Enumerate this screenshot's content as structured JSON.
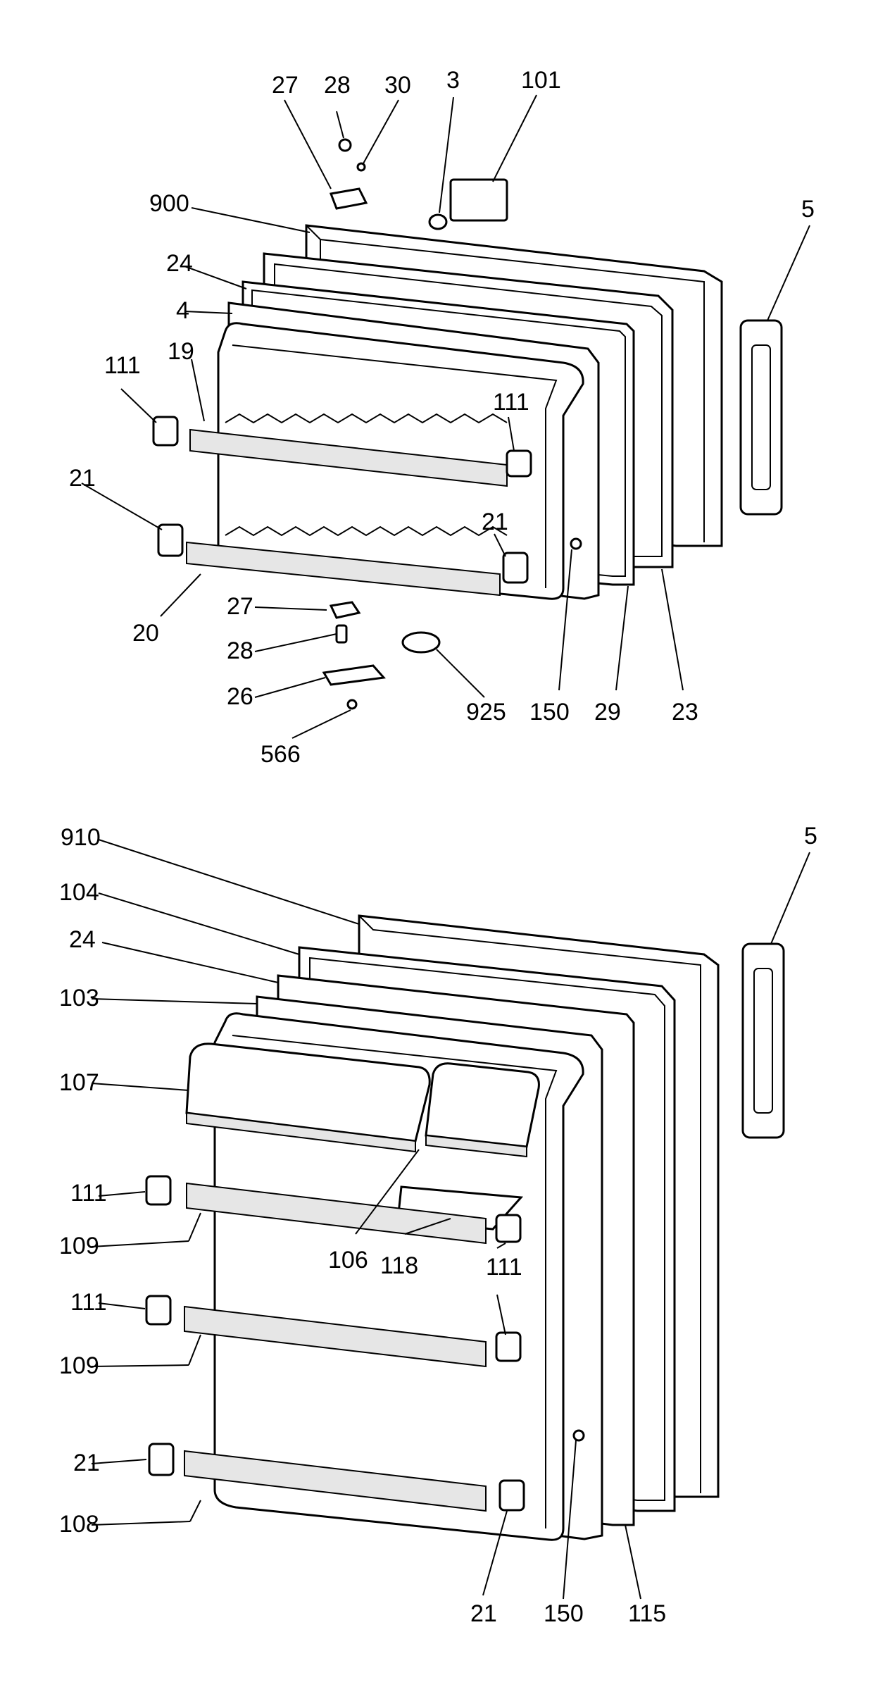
{
  "colors": {
    "ink": "#000000",
    "paper": "#ffffff"
  },
  "top_door": {
    "labels": [
      "27",
      "28",
      "30",
      "3",
      "101",
      "900",
      "5",
      "24",
      "4",
      "111",
      "19",
      "111",
      "21",
      "21",
      "20",
      "27",
      "28",
      "26",
      "566",
      "925",
      "150",
      "29",
      "23"
    ]
  },
  "bottom_door": {
    "labels": [
      "910",
      "5",
      "104",
      "24",
      "103",
      "107",
      "111",
      "109",
      "106",
      "118",
      "111",
      "111",
      "109",
      "21",
      "108",
      "21",
      "150",
      "115"
    ]
  }
}
